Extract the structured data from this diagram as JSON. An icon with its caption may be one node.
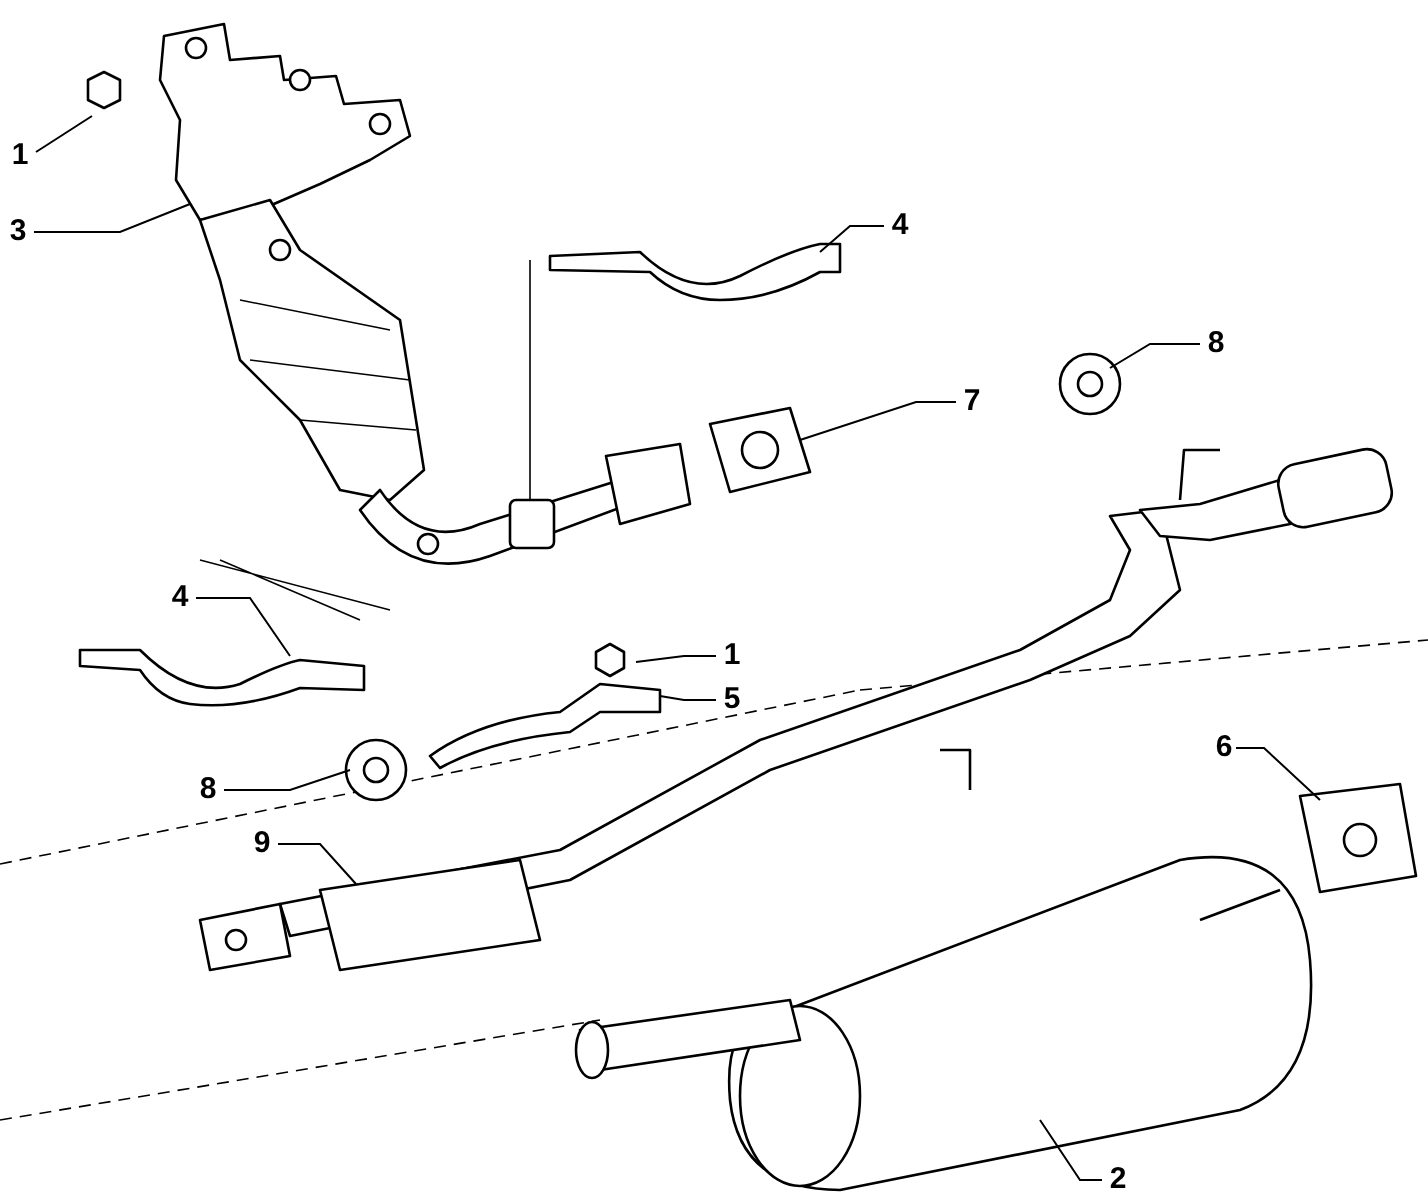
{
  "diagram": {
    "nodes": [
      {
        "text": [
          "1"
        ]
      },
      {
        "text": [
          "3"
        ]
      },
      {
        "text": [
          "4"
        ]
      },
      {
        "text": [
          "8"
        ]
      },
      {
        "text": [
          "7"
        ]
      },
      {
        "text": [
          "4"
        ]
      },
      {
        "text": [
          "1"
        ]
      },
      {
        "text": [
          "5"
        ]
      },
      {
        "text": [
          "8"
        ]
      },
      {
        "text": [
          "9"
        ]
      },
      {
        "text": [
          "6"
        ]
      },
      {
        "text": [
          "2"
        ]
      }
    ],
    "edges": [
      {
        "from": 0,
        "to": null,
        "arrow": "none"
      },
      {
        "from": 1,
        "to": null,
        "arrow": "none"
      },
      {
        "from": 2,
        "to": null,
        "arrow": "none"
      },
      {
        "from": 3,
        "to": null,
        "arrow": "none"
      },
      {
        "from": 4,
        "to": null,
        "arrow": "none"
      },
      {
        "from": 5,
        "to": null,
        "arrow": "none"
      },
      {
        "from": 6,
        "to": null,
        "arrow": "none"
      },
      {
        "from": 7,
        "to": null,
        "arrow": "none"
      },
      {
        "from": 8,
        "to": null,
        "arrow": "none"
      },
      {
        "from": 9,
        "to": null,
        "arrow": "none"
      },
      {
        "from": 10,
        "to": null,
        "arrow": "none"
      },
      {
        "from": 11,
        "to": null,
        "arrow": "none"
      }
    ]
  }
}
